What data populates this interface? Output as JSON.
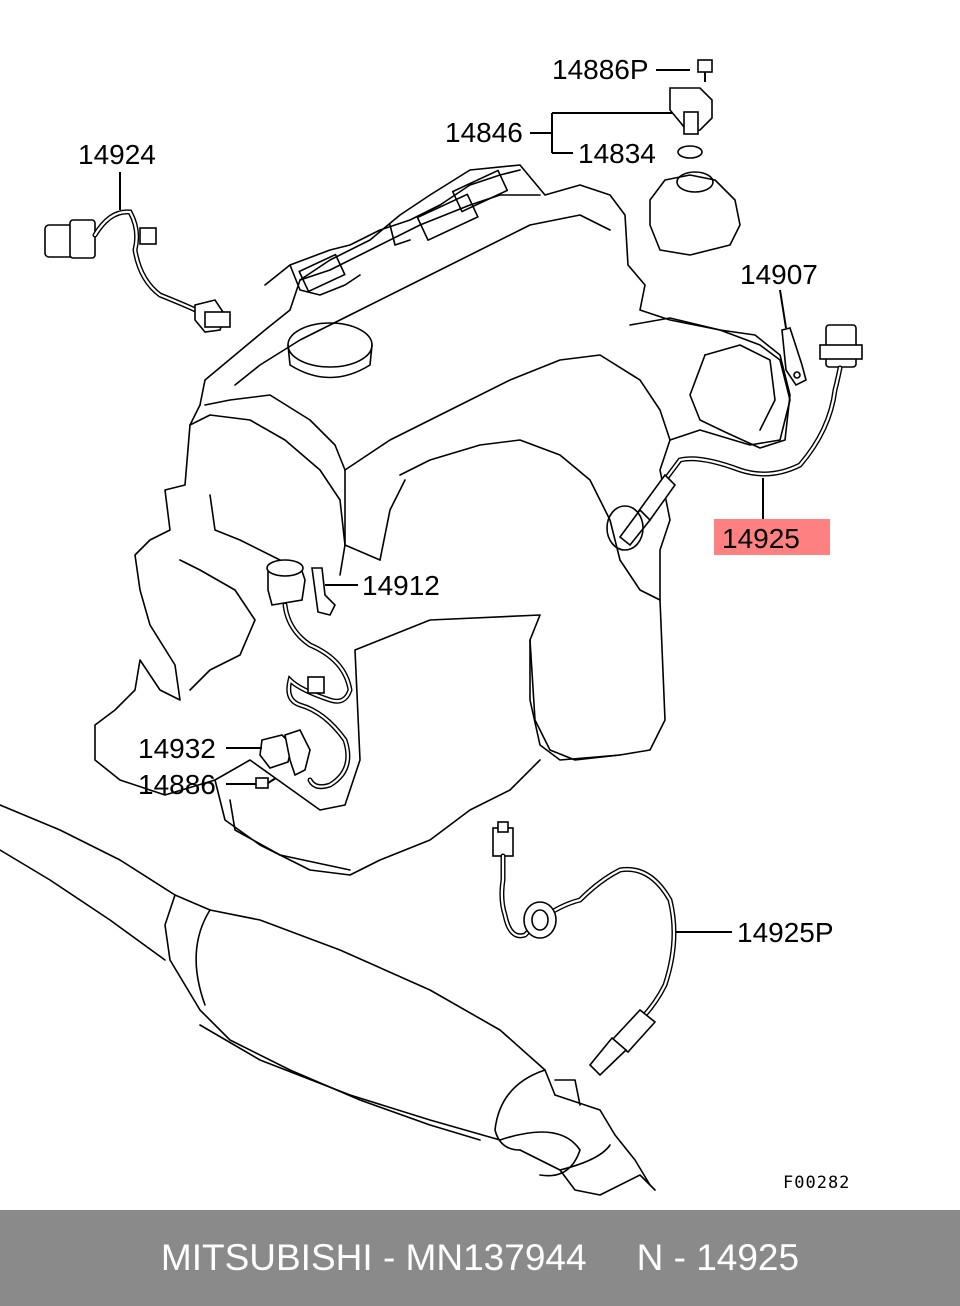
{
  "diagram": {
    "labels": {
      "p14886P": "14886P",
      "p14846": "14846",
      "p14834": "14834",
      "p14924": "14924",
      "p14907": "14907",
      "p14925": "14925",
      "p14912": "14912",
      "p14932": "14932",
      "p14886": "14886",
      "p14925P": "14925P"
    },
    "ref_code": "F00282",
    "highlight_color": "#ff8080"
  },
  "footer": {
    "brand": "MITSUBISHI",
    "dash1": "-",
    "part_number": "MN137944",
    "n_prefix": "N",
    "dash2": "-",
    "n_value": "14925"
  }
}
